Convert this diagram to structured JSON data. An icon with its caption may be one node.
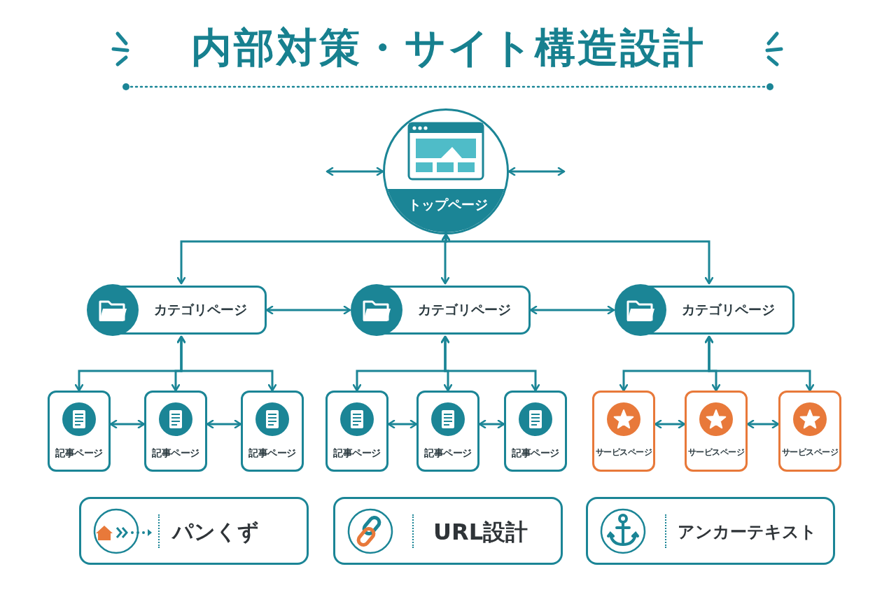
{
  "diagram": {
    "title": "内部対策・サイト構造設計",
    "nodes": [
      {
        "text": [
          "トップページ"
        ]
      },
      {
        "text": [
          "カテゴリページ"
        ]
      },
      {
        "text": [
          "カテゴリページ"
        ]
      },
      {
        "text": [
          "カテゴリページ"
        ]
      },
      {
        "text": [
          "記事ページ"
        ]
      },
      {
        "text": [
          "記事ページ"
        ]
      },
      {
        "text": [
          "記事ページ"
        ]
      },
      {
        "text": [
          "記事ページ"
        ]
      },
      {
        "text": [
          "記事ページ"
        ]
      },
      {
        "text": [
          "記事ページ"
        ]
      },
      {
        "text": [
          "サービスページ"
        ]
      },
      {
        "text": [
          "サービスページ"
        ]
      },
      {
        "text": [
          "サービスページ"
        ]
      },
      {
        "text": [
          "パンくず"
        ]
      },
      {
        "text": [
          "URL設計"
        ]
      },
      {
        "text": [
          "アンカーテキスト"
        ]
      }
    ],
    "edges": [
      {
        "from": null,
        "to": 0,
        "arrow": "both"
      },
      {
        "from": 0,
        "to": null,
        "arrow": "both"
      },
      {
        "from": 0,
        "to": 1,
        "arrow": "both"
      },
      {
        "from": 0,
        "to": 2,
        "arrow": "both"
      },
      {
        "from": 0,
        "to": 3,
        "arrow": "both"
      },
      {
        "from": 1,
        "to": 2,
        "arrow": "both"
      },
      {
        "from": 2,
        "to": 3,
        "arrow": "both"
      },
      {
        "from": 1,
        "to": 4,
        "arrow": "both"
      },
      {
        "from": 1,
        "to": 5,
        "arrow": "both"
      },
      {
        "from": 1,
        "to": 6,
        "arrow": "both"
      },
      {
        "from": 2,
        "to": 7,
        "arrow": "both"
      },
      {
        "from": 2,
        "to": 8,
        "arrow": "both"
      },
      {
        "from": 2,
        "to": 9,
        "arrow": "both"
      },
      {
        "from": 3,
        "to": 10,
        "arrow": "both"
      },
      {
        "from": 3,
        "to": 11,
        "arrow": "both"
      },
      {
        "from": 3,
        "to": 12,
        "arrow": "both"
      },
      {
        "from": 4,
        "to": 5,
        "arrow": "both"
      },
      {
        "from": 5,
        "to": 6,
        "arrow": "both"
      },
      {
        "from": 7,
        "to": 8,
        "arrow": "both"
      },
      {
        "from": 8,
        "to": 9,
        "arrow": "both"
      },
      {
        "from": 10,
        "to": 11,
        "arrow": "both"
      },
      {
        "from": 11,
        "to": 12,
        "arrow": "both"
      }
    ]
  }
}
